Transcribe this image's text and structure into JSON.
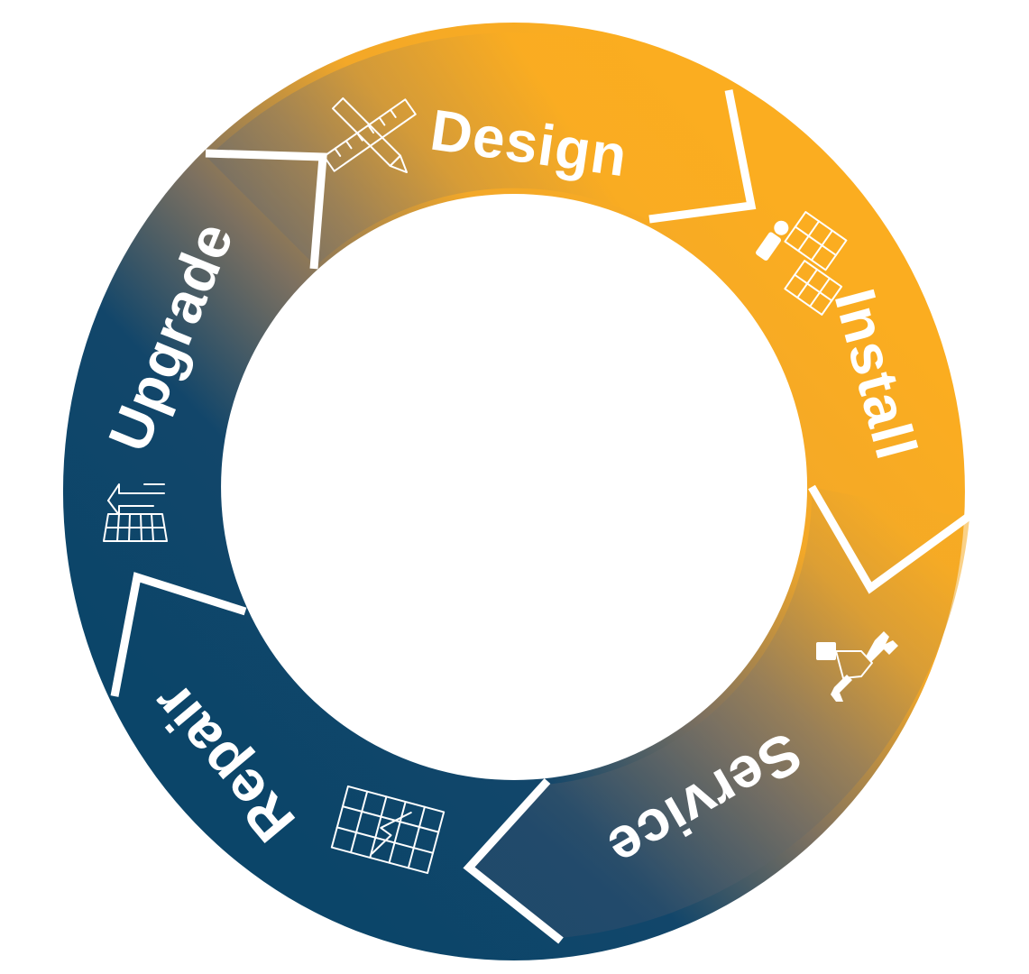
{
  "stages": [
    {
      "label": "Design",
      "icon": "pencil-ruler-icon"
    },
    {
      "label": "Install",
      "icon": "worker-solar-panel-icon"
    },
    {
      "label": "Service",
      "icon": "hand-wrench-icon"
    },
    {
      "label": "Repair",
      "icon": "broken-solar-panel-icon"
    },
    {
      "label": "Upgrade",
      "icon": "solar-panel-upgrade-icon"
    }
  ],
  "colors": {
    "orange": "#fbad20",
    "navy": "#0b4569",
    "gray": "#6f6a63",
    "separator": "#ffffff"
  }
}
